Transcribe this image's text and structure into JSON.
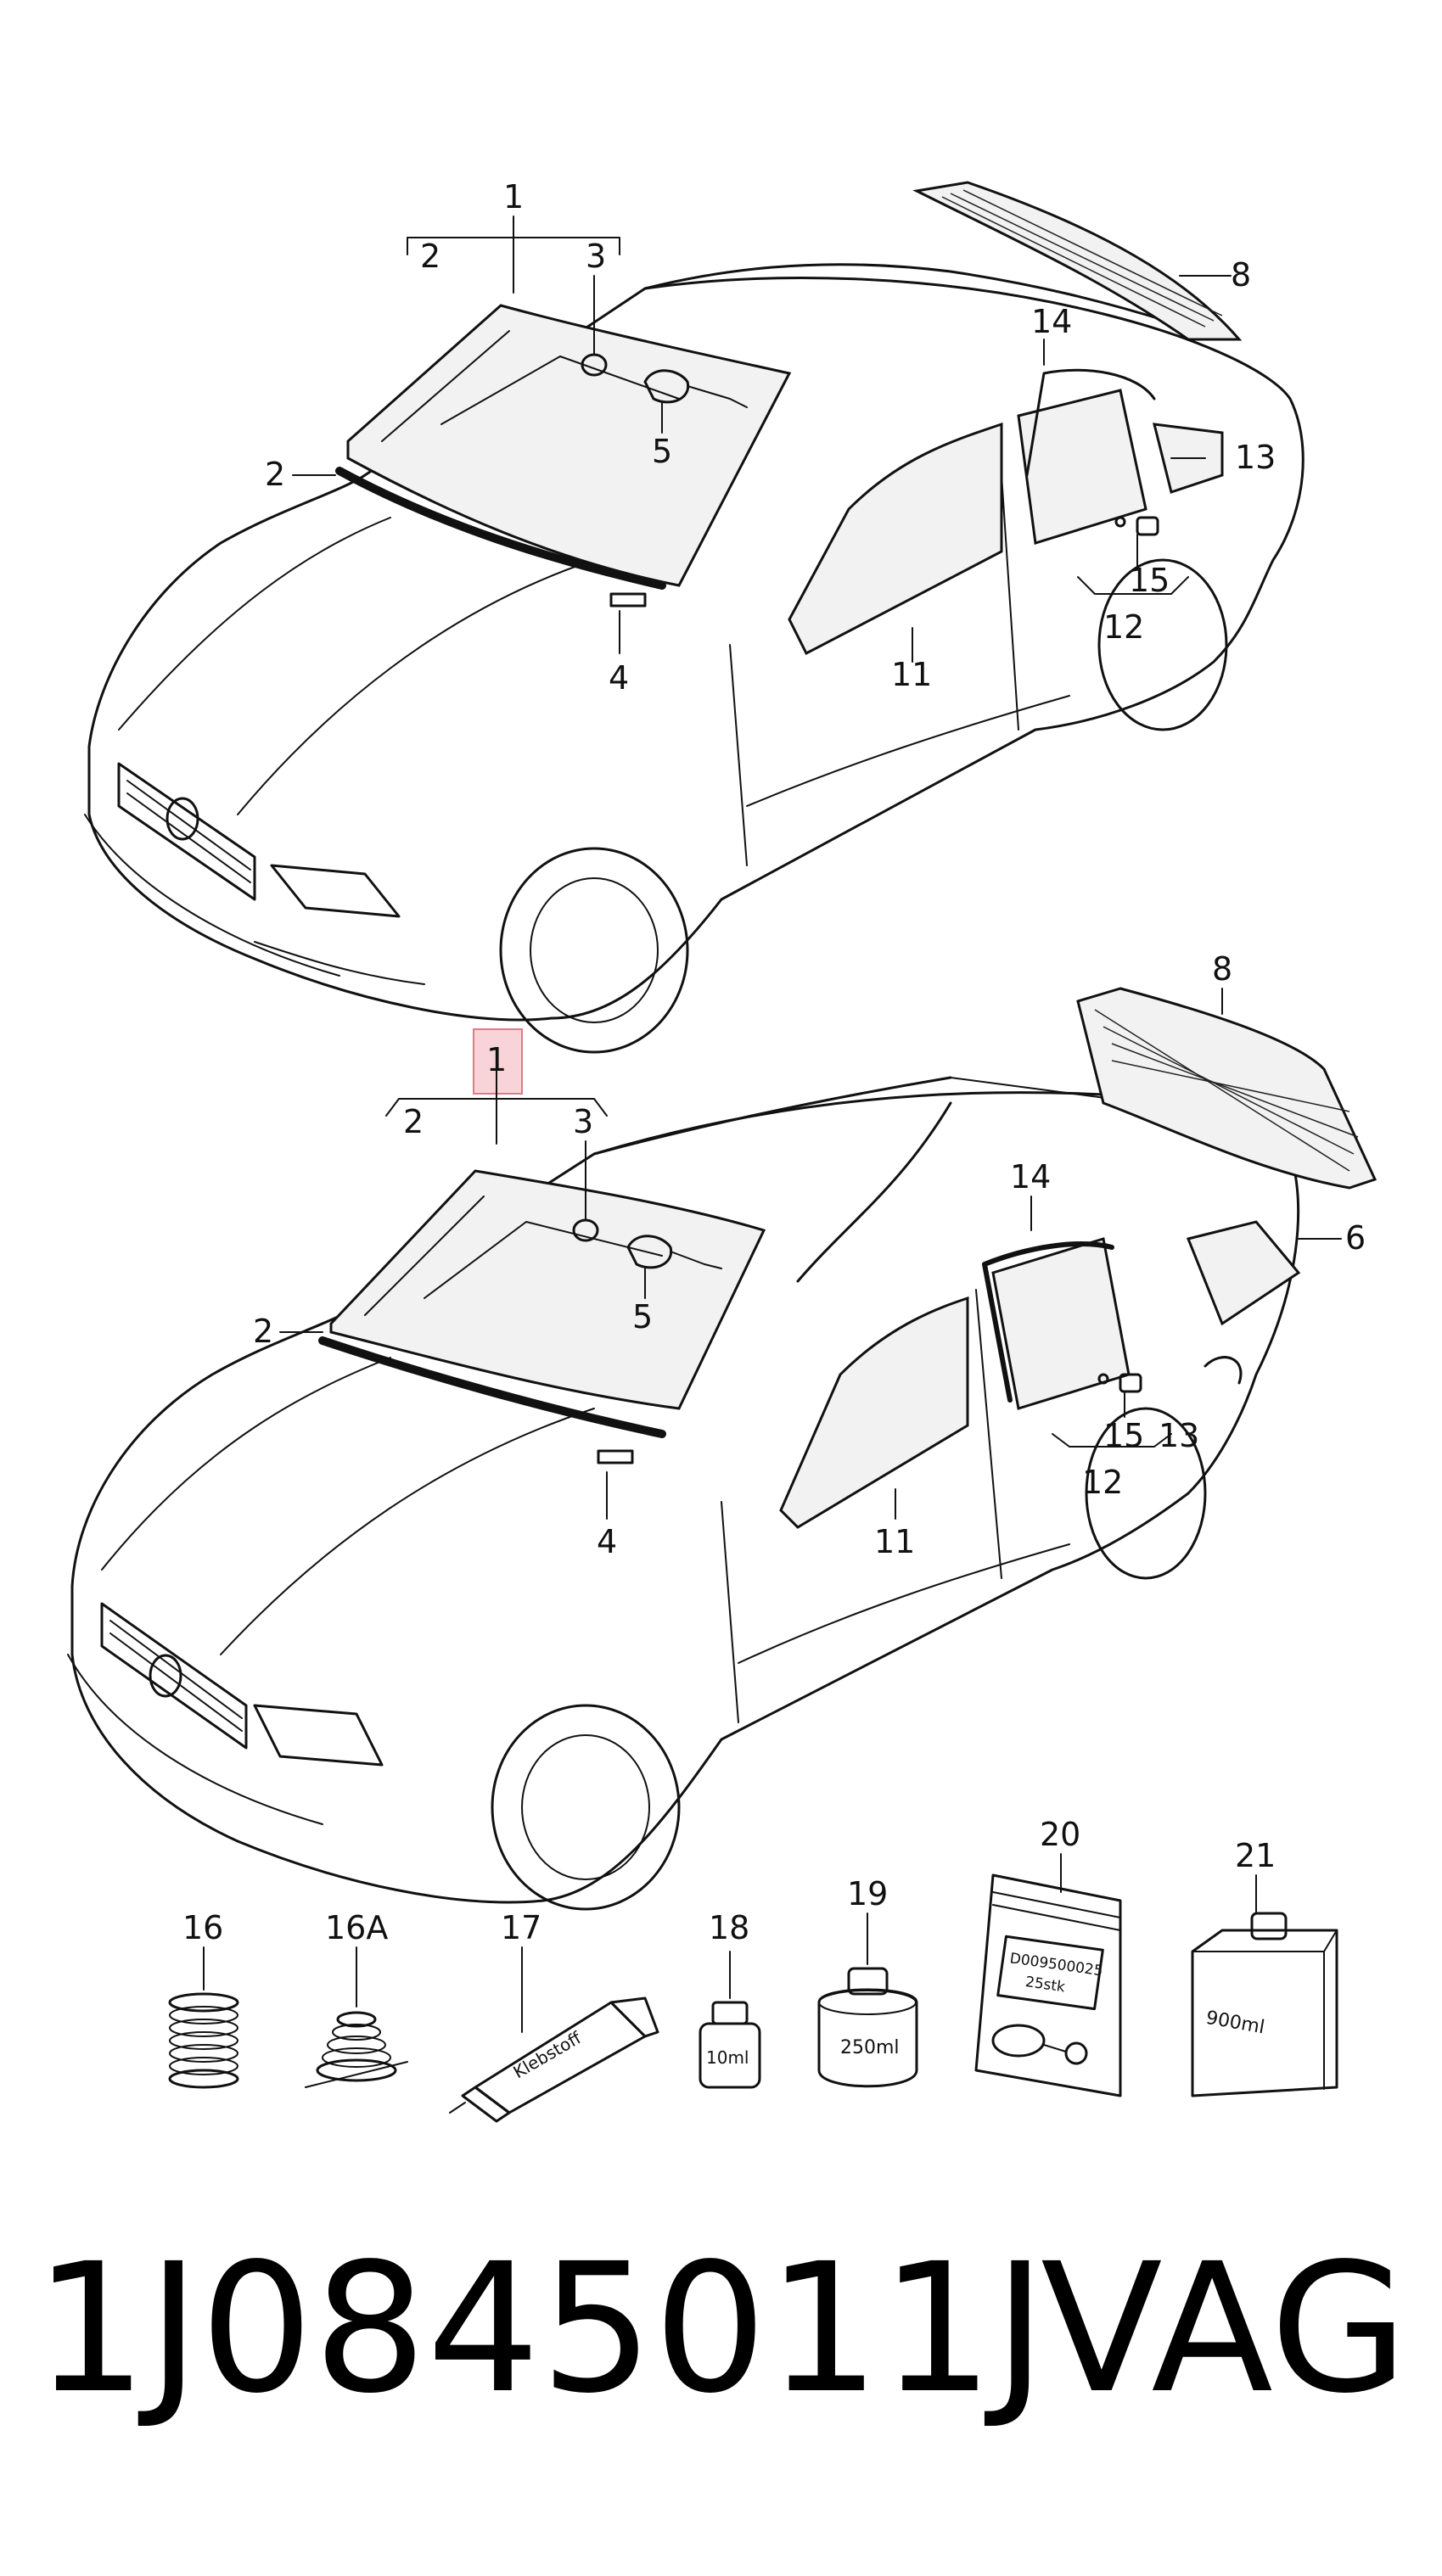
{
  "callouts": {
    "sedan": [
      {
        "id": "c1",
        "label": "1"
      },
      {
        "id": "c2a",
        "label": "2"
      },
      {
        "id": "c2b",
        "label": "2"
      },
      {
        "id": "c3",
        "label": "3"
      },
      {
        "id": "c4",
        "label": "4"
      },
      {
        "id": "c5",
        "label": "5"
      },
      {
        "id": "c8",
        "label": "8"
      },
      {
        "id": "c11",
        "label": "11"
      },
      {
        "id": "c12",
        "label": "12"
      },
      {
        "id": "c13",
        "label": "13"
      },
      {
        "id": "c14",
        "label": "14"
      },
      {
        "id": "c15",
        "label": "15"
      }
    ],
    "wagon": [
      {
        "id": "c1",
        "label": "1",
        "highlighted": true
      },
      {
        "id": "c2a",
        "label": "2"
      },
      {
        "id": "c2b",
        "label": "2"
      },
      {
        "id": "c3",
        "label": "3"
      },
      {
        "id": "c4",
        "label": "4"
      },
      {
        "id": "c5",
        "label": "5"
      },
      {
        "id": "c6",
        "label": "6"
      },
      {
        "id": "c8",
        "label": "8"
      },
      {
        "id": "c11",
        "label": "11"
      },
      {
        "id": "c12",
        "label": "12"
      },
      {
        "id": "c13",
        "label": "13"
      },
      {
        "id": "c14",
        "label": "14"
      },
      {
        "id": "c15",
        "label": "15"
      }
    ],
    "accessories": [
      {
        "id": "c16",
        "label": "16"
      },
      {
        "id": "c16a",
        "label": "16A"
      },
      {
        "id": "c17",
        "label": "17"
      },
      {
        "id": "c18",
        "label": "18"
      },
      {
        "id": "c19",
        "label": "19"
      },
      {
        "id": "c20",
        "label": "20"
      },
      {
        "id": "c21",
        "label": "21"
      }
    ]
  },
  "product_labels": {
    "tube": "Klebstoff",
    "bottle_18": "10ml",
    "can_19": "250ml",
    "bag_line1": "D009500025",
    "bag_line2": "25stk",
    "box_21": "900ml"
  },
  "highlight_color": "#f4b6bd",
  "footer": {
    "part_number": "1J0845011J",
    "brand": "VAG"
  }
}
